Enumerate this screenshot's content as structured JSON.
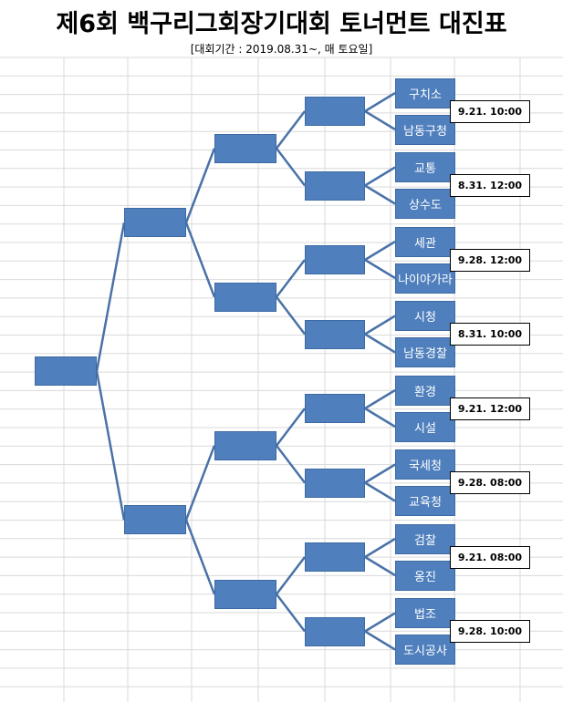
{
  "title": "제6회 백구리그회장기대회 토너먼트 대진표",
  "subtitle": "[대회기간 : 2019.08.31~, 매 토요일]",
  "colors": {
    "node_fill": "#4f7fbd",
    "line": "#4a72a8",
    "grid": "#d9d9d9"
  },
  "matches": [
    {
      "team_a": "구치소",
      "team_b": "남동구청",
      "time": "9.21. 10:00"
    },
    {
      "team_a": "교통",
      "team_b": "상수도",
      "time": "8.31. 12:00"
    },
    {
      "team_a": "세관",
      "team_b": "나이야가라",
      "time": "9.28. 12:00"
    },
    {
      "team_a": "시청",
      "team_b": "남동경찰",
      "time": "8.31. 10:00"
    },
    {
      "team_a": "환경",
      "team_b": "시설",
      "time": "9.21. 12:00"
    },
    {
      "team_a": "국세청",
      "team_b": "교육청",
      "time": "9.28. 08:00"
    },
    {
      "team_a": "검찰",
      "team_b": "옹진",
      "time": "9.21. 08:00"
    },
    {
      "team_a": "법조",
      "team_b": "도시공사",
      "time": "9.28. 10:00"
    }
  ]
}
